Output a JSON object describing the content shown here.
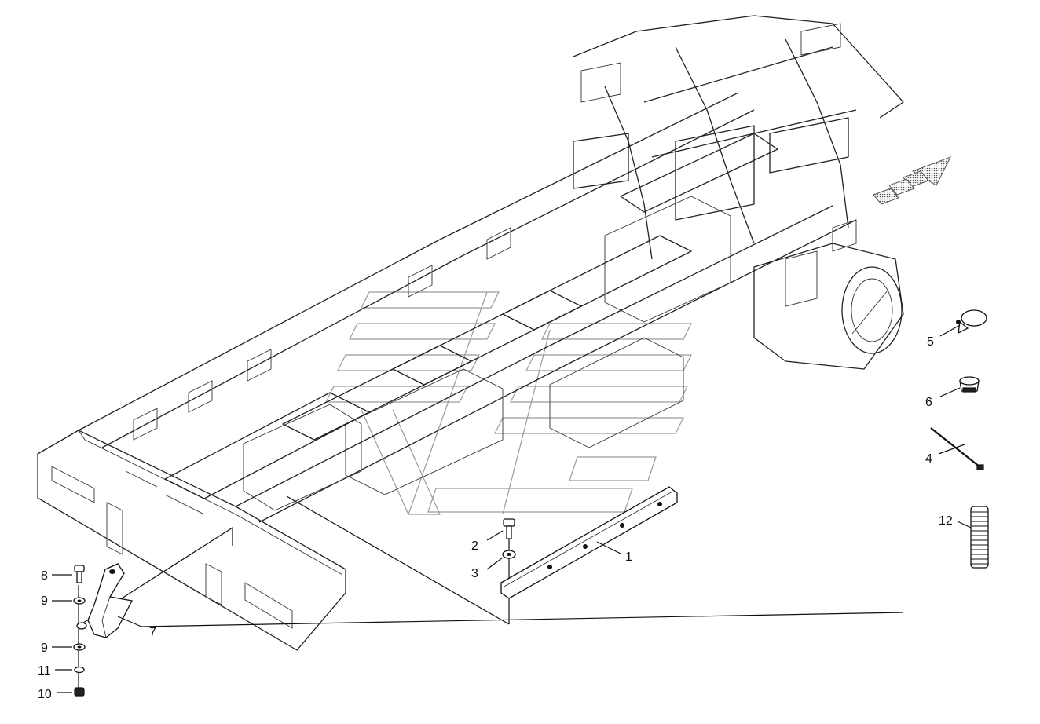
{
  "callouts": [
    {
      "id": "1",
      "label": "1"
    },
    {
      "id": "2",
      "label": "2"
    },
    {
      "id": "3",
      "label": "3"
    },
    {
      "id": "4",
      "label": "4"
    },
    {
      "id": "5",
      "label": "5"
    },
    {
      "id": "6",
      "label": "6"
    },
    {
      "id": "7",
      "label": "7"
    },
    {
      "id": "8",
      "label": "8"
    },
    {
      "id": "9a",
      "label": "9"
    },
    {
      "id": "9b",
      "label": "9"
    },
    {
      "id": "10",
      "label": "10"
    },
    {
      "id": "11",
      "label": "11"
    },
    {
      "id": "12",
      "label": "12"
    }
  ],
  "colors": {
    "line": "#111111",
    "watermark": "#9a9a9a",
    "arrow_fill": "#cfcfcf"
  },
  "icons": {
    "direction_indicator": "forward-arrow-icon"
  }
}
